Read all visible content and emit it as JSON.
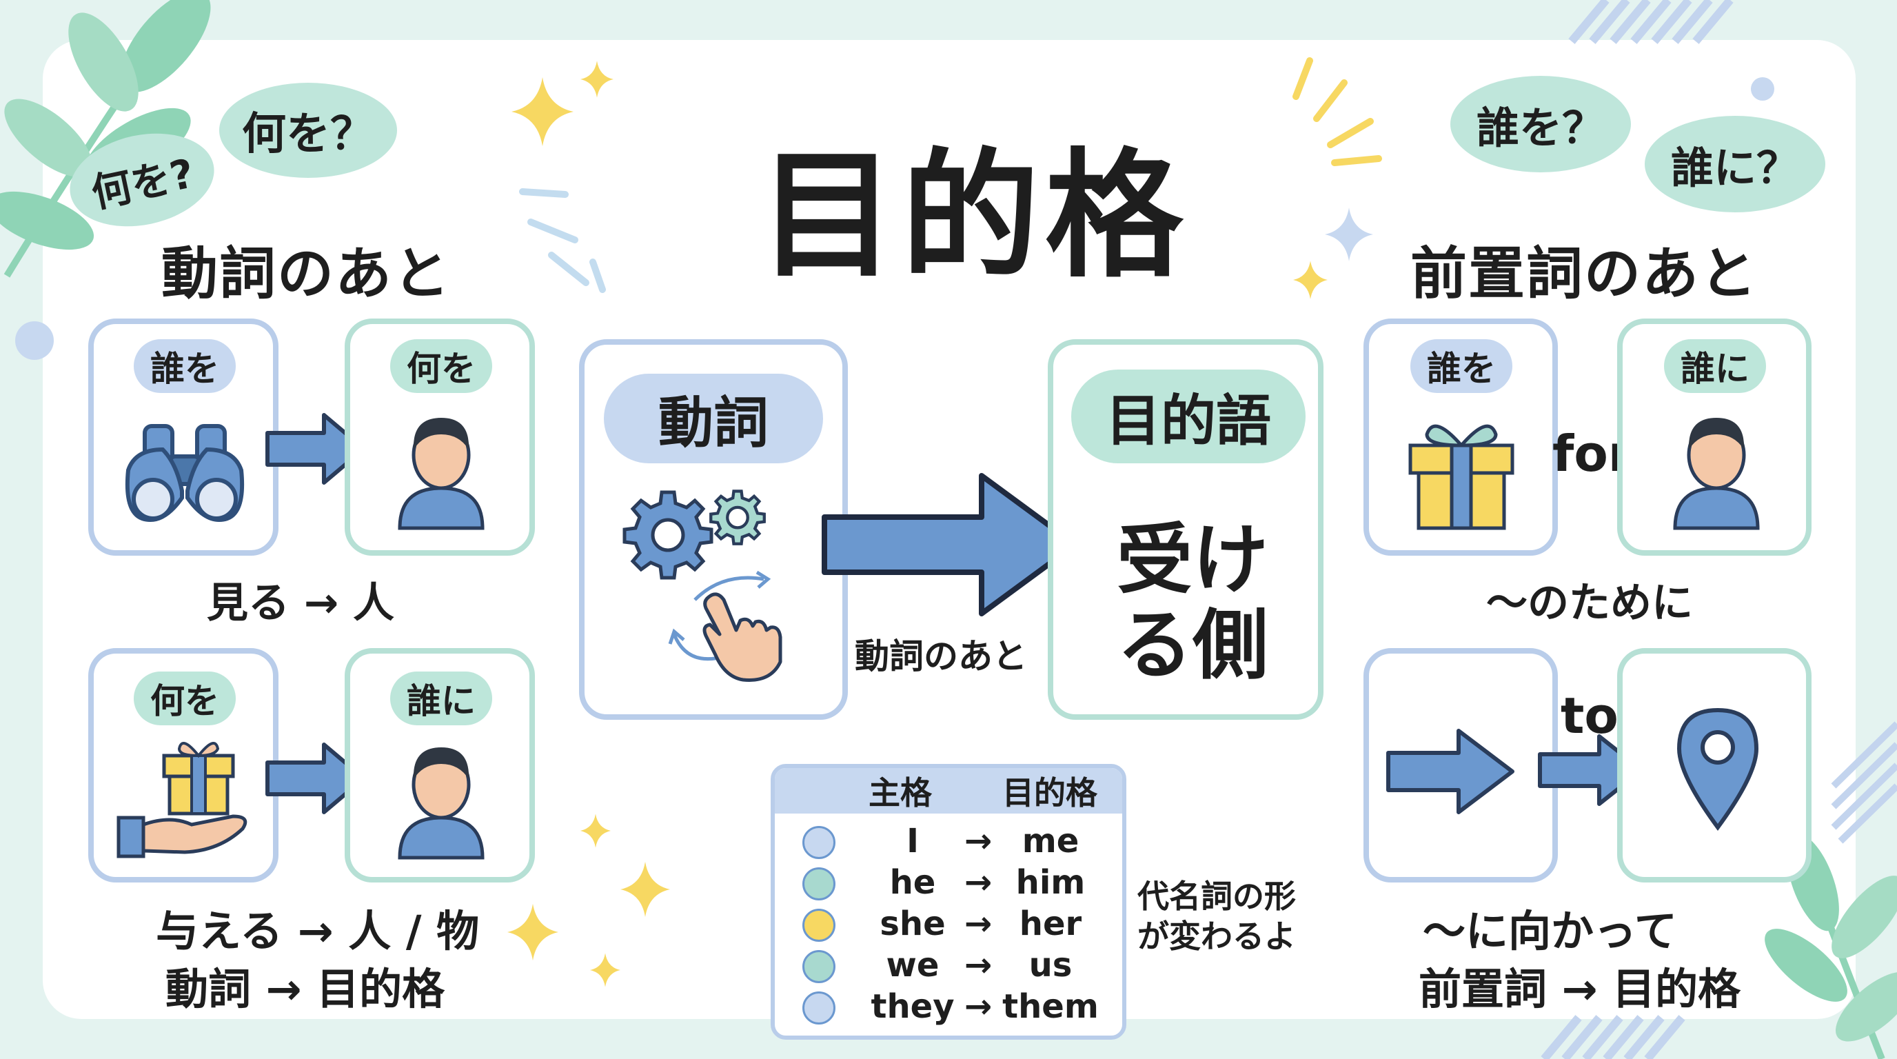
{
  "title": "目的格",
  "bubbles": {
    "left_small": "何を?",
    "left_large": "何を？",
    "right_a": "誰を？",
    "right_b": "誰に？"
  },
  "left_section": {
    "heading": "動詞のあと",
    "top_pair": {
      "left_tag": "誰を",
      "right_tag": "何を",
      "caption": "見る → 人"
    },
    "bottom_pair": {
      "left_tag": "何を",
      "right_tag": "誰に"
    },
    "bottom_caption_line1": "与える → 人 / 物",
    "bottom_caption_line2": "動詞 → 目的格"
  },
  "center_section": {
    "verb_label": "動詞",
    "arrow_label": "動詞のあと",
    "object_label": "目的語",
    "object_text_line1": "受け",
    "object_text_line2": "る側"
  },
  "pronoun_table": {
    "header_subject": "主格",
    "header_object": "目的格",
    "arrow": "→",
    "rows": [
      {
        "subject": "I",
        "object": "me"
      },
      {
        "subject": "he",
        "object": "him"
      },
      {
        "subject": "she",
        "object": "her"
      },
      {
        "subject": "we",
        "object": "us"
      },
      {
        "subject": "they",
        "object": "them"
      }
    ],
    "note_line1": "代名詞の形",
    "note_line2": "が変わるよ"
  },
  "right_section": {
    "heading": "前置詞のあと",
    "top_pair": {
      "left_tag": "誰を",
      "right_tag": "誰に",
      "preposition": "for",
      "caption": "〜のために"
    },
    "bottom_pair": {
      "preposition": "to"
    },
    "bottom_caption_line1": "〜に向かって",
    "bottom_caption_line2": "前置詞 → 目的格"
  },
  "colors": {
    "blue_border": "#b9cdea",
    "teal_border": "#b6e0d5",
    "arrow_blue": "#6b98cf",
    "accent_yellow": "#f7d862",
    "leaf_green": "#8fd4b6"
  }
}
